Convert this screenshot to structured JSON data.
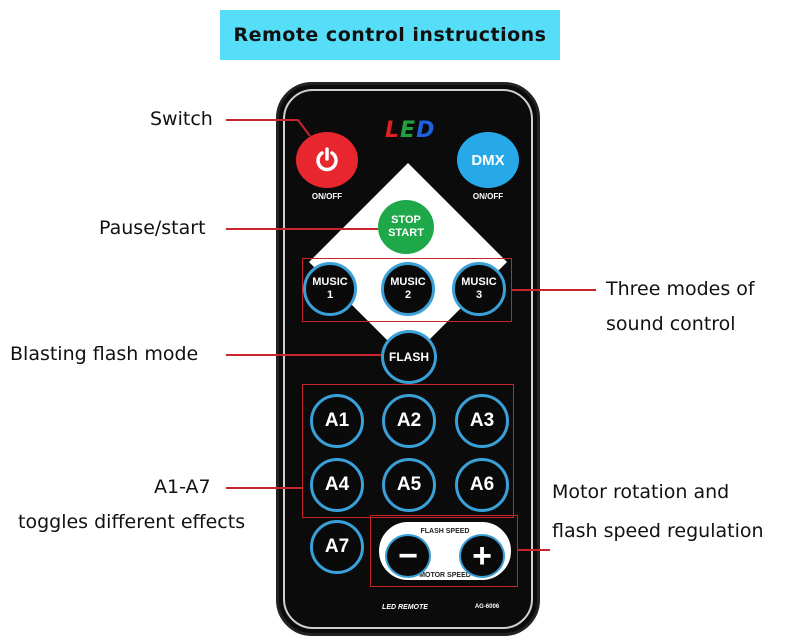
{
  "title": "Remote control instructions",
  "callouts": {
    "switch": "Switch",
    "pause_start": "Pause/start",
    "three_modes_line1": "Three modes of",
    "three_modes_line2": "sound control",
    "blasting_flash": "Blasting flash mode",
    "a1_a7_line1": "A1-A7",
    "a1_a7_line2": "toggles different effects",
    "motor_line1": "Motor rotation and",
    "motor_line2": "flash speed regulation"
  },
  "remote": {
    "brand_letters": [
      "L",
      "E",
      "D"
    ],
    "brand_colors": [
      "#e02020",
      "#20a040",
      "#2060e0"
    ],
    "power_label": "ON/OFF",
    "dmx_button": "DMX",
    "dmx_label": "ON/OFF",
    "stop_start_line1": "STOP",
    "stop_start_line2": "START",
    "music_buttons": [
      {
        "line1": "MUSIC",
        "line2": "1"
      },
      {
        "line1": "MUSIC",
        "line2": "2"
      },
      {
        "line1": "MUSIC",
        "line2": "3"
      }
    ],
    "flash_button": "FLASH",
    "effect_buttons": [
      "A1",
      "A2",
      "A3",
      "A4",
      "A5",
      "A6",
      "A7"
    ],
    "flash_speed_label": "FLASH SPEED",
    "motor_speed_label": "MOTOR SPEED",
    "minus": "−",
    "plus": "+",
    "footer_left": "LED  REMOTE",
    "footer_right": "AG-6006"
  },
  "colors": {
    "accent_red": "#c8242c",
    "power_red": "#e8262e",
    "dmx_blue": "#27a9e8",
    "stop_green": "#1ea84a",
    "banner_cyan": "#56ddf8"
  }
}
